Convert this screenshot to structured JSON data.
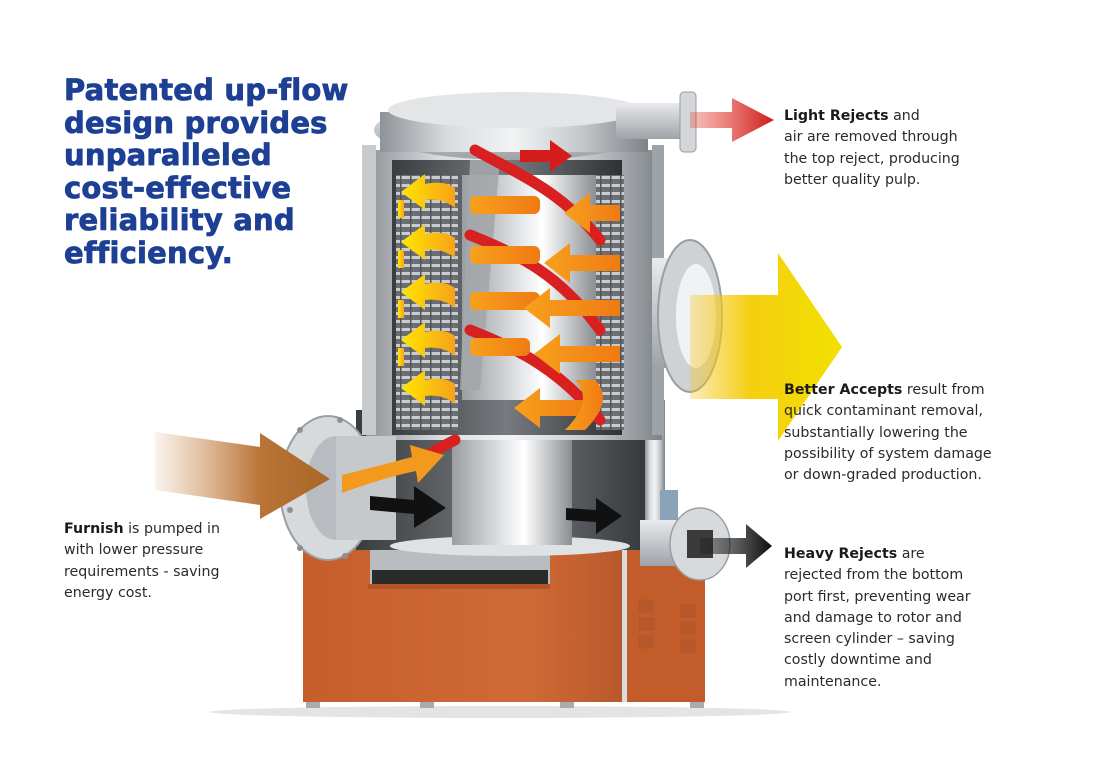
{
  "headline": {
    "lines": [
      "Patented up-flow",
      "design provides",
      "unparalleled",
      "cost-effective",
      "reliability and",
      "efficiency."
    ]
  },
  "callouts": {
    "light_rejects": {
      "title": "Light Rejects",
      "first_line_rest": " and",
      "lines": [
        "air are removed through",
        "the top reject, producing",
        "better quality pulp."
      ]
    },
    "better_accepts": {
      "title": "Better Accepts",
      "first_line_rest": " result from",
      "lines": [
        "quick contaminant removal,",
        "substantially lowering the",
        "possibility of system damage",
        "or down-graded production."
      ]
    },
    "heavy_rejects": {
      "title": "Heavy Rejects",
      "first_line_rest": " are",
      "lines": [
        "rejected from the bottom",
        "port first, preventing wear",
        "and damage to rotor and",
        "screen cylinder – saving",
        "costly downtime and",
        "maintenance."
      ]
    },
    "furnish": {
      "title": "Furnish",
      "first_line_rest": " is pumped in",
      "lines": [
        "with lower pressure",
        "requirements - saving",
        "energy cost."
      ]
    }
  },
  "colors": {
    "headline_blue": "#1d3f94",
    "light_reject_red": "#d21f1f",
    "accept_yellow": "#f5d000",
    "flow_orange": "#f39a1e",
    "furnish_brown": "#b9763a",
    "heavy_reject_black": "#111111",
    "base_orange": "#c9622f",
    "steel": "#b8bcc0"
  }
}
